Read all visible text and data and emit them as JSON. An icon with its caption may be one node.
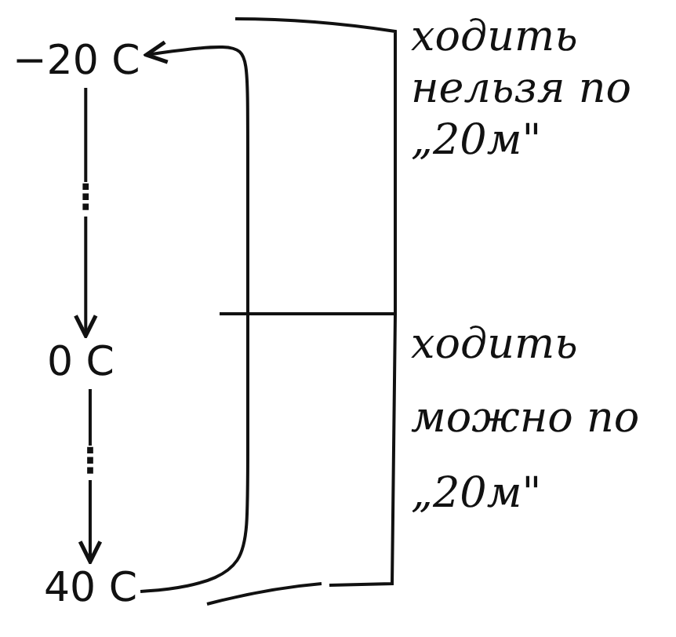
{
  "diagram": {
    "nodes": [
      {
        "text": [
          "−20 C"
        ]
      },
      {
        "text": [
          "0 C"
        ]
      },
      {
        "text": [
          "40 C"
        ]
      }
    ],
    "edges": [
      {
        "from": 0,
        "to": 1,
        "arrow": "to",
        "label": "⋮"
      },
      {
        "from": 1,
        "to": 2,
        "arrow": "to",
        "label": "⋮"
      },
      {
        "from": 2,
        "to": 0,
        "arrow": "to"
      }
    ],
    "labels": [
      "ходить нельзя по „20м\"",
      "ходить можно по „20м\""
    ]
  }
}
